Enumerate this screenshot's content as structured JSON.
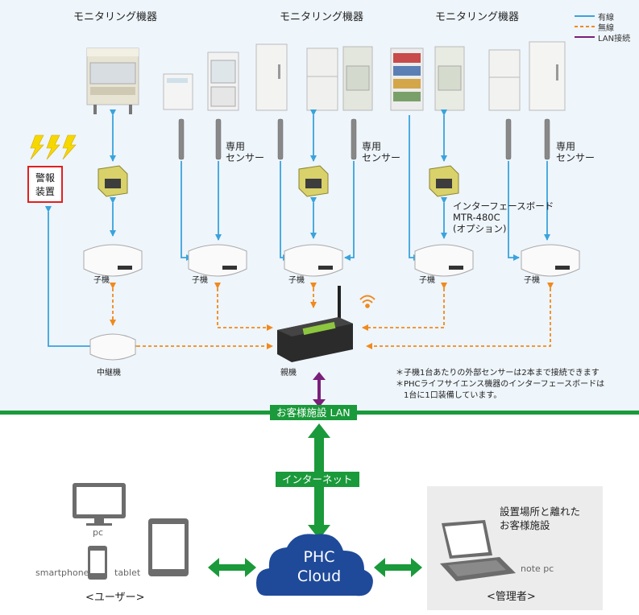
{
  "headers": {
    "left": "モニタリング機器",
    "center": "モニタリング機器",
    "right": "モニタリング機器"
  },
  "legend": {
    "wired": "有線",
    "wireless": "無線",
    "lan": "LAN接続"
  },
  "alarm": "警報\n装置",
  "sensor_labels": {
    "a": "専用\nセンサー",
    "b": "専用\nセンサー",
    "c": "専用\nセンサー"
  },
  "interface_board": "インターフェースボード\nMTR-480C\n(オプション)",
  "child_label": "子機",
  "repeater_label": "中継機",
  "parent_label": "親機",
  "notes": [
    "＊子機1台あたりの外部センサーは2本まで接続できます",
    "＊PHCライフサイエンス機器のインターフェースボードは",
    "　1台に1口装備しています。"
  ],
  "lan_label": "お客様施設 LAN",
  "internet_label": "インターネット",
  "cloud": "PHC\nCloud",
  "user_side": {
    "pc": "pc",
    "smartphone": "smartphone",
    "tablet": "tablet",
    "group": "<ユーザー>"
  },
  "admin_side": {
    "remote": "設置場所と離れた\nお客様施設",
    "notepc": "note pc",
    "group": "<管理者>"
  },
  "colors": {
    "wired": "#3aa3dc",
    "wireless": "#f08a1c",
    "lan": "#7a1f7a",
    "network": "#1a9a3a",
    "cloud": "#1f4a9a",
    "alarm_border": "#e02020",
    "background_top": "#eef5fb"
  }
}
